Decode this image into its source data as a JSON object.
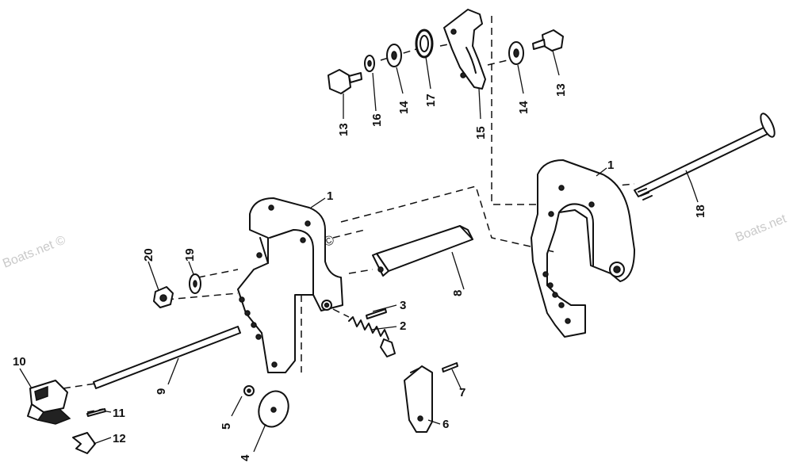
{
  "watermarks": {
    "left": "Boats.net ©",
    "center": "Boats.net ©",
    "right": "Boats.net"
  },
  "labels": {
    "p1_left": "1",
    "p1_right": "1",
    "p2": "2",
    "p3": "3",
    "p4": "4",
    "p5": "5",
    "p6": "6",
    "p7": "7",
    "p8": "8",
    "p9": "9",
    "p10": "10",
    "p11": "11",
    "p12": "12",
    "p13_left": "13",
    "p13_right": "13",
    "p14_left": "14",
    "p14_right": "14",
    "p15": "15",
    "p16": "16",
    "p17": "17",
    "p18": "18",
    "p19": "19",
    "p20": "20"
  }
}
